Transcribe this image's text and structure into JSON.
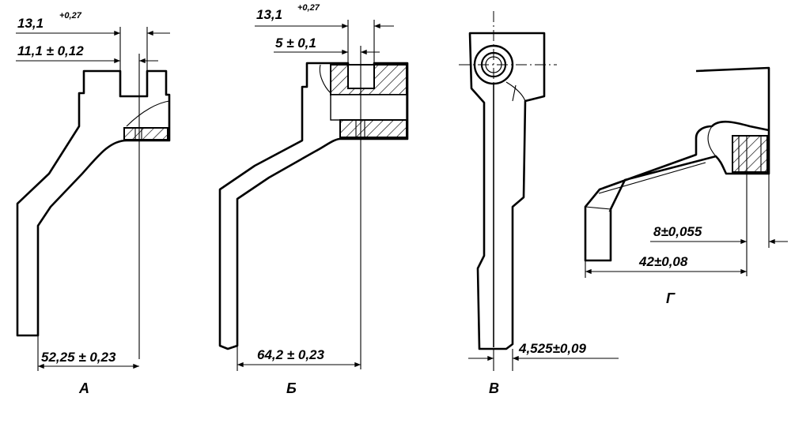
{
  "views": {
    "a": {
      "label": "А",
      "dim_top": {
        "text": "13,1",
        "sup": "+0,27"
      },
      "dim_second": "11,1 ± 0,12",
      "dim_bottom": "52,25 ± 0,23"
    },
    "b": {
      "label": "Б",
      "dim_top": {
        "text": "13,1",
        "sup": "+0,27"
      },
      "dim_second": "5 ± 0,1",
      "dim_bottom": "64,2 ± 0,23"
    },
    "v": {
      "label": "В",
      "dim_bottom": "4,525±0,09"
    },
    "g": {
      "label": "Г",
      "dim_upper": "8±0,055",
      "dim_lower": "42±0,08"
    }
  }
}
